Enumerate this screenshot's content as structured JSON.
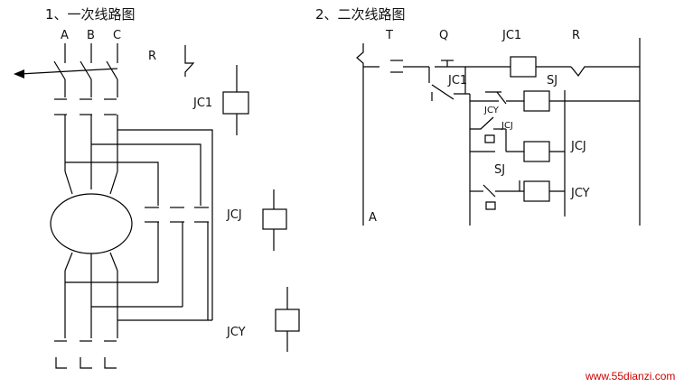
{
  "titles": {
    "primary": "1、一次线路图",
    "secondary": "2、二次线路图"
  },
  "primary_circuit": {
    "phase_a": "A",
    "phase_b": "B",
    "phase_c": "C",
    "relay_r": "R",
    "coil_jc1": "JC1",
    "coil_jcj": "JCJ",
    "coil_jcy": "JCY"
  },
  "secondary_circuit": {
    "t": "T",
    "q": "Q",
    "jc1_coil": "JC1",
    "r": "R",
    "jc1_contact": "JC1",
    "sj_top": "SJ",
    "jcy_contact": "JCY",
    "jcj_contact": "JCJ",
    "jcj_coil": "JCJ",
    "sj_mid": "SJ",
    "jcy_coil": "JCY",
    "a": "A"
  },
  "watermark": "www.55dianzi.com",
  "colors": {
    "line": "#000000",
    "watermark": "#cc0000"
  }
}
